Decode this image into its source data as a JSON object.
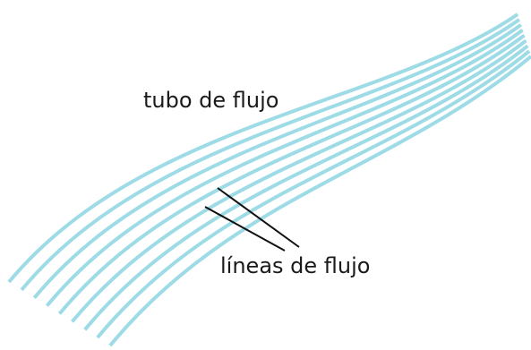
{
  "labels": {
    "tube": "tubo de flujo",
    "lines": "líneas de flujo"
  },
  "style": {
    "streamline_color": "#9ddbe6",
    "pointer_color": "#111111",
    "text_color": "#1a1a1a"
  },
  "streamline_count": 9
}
